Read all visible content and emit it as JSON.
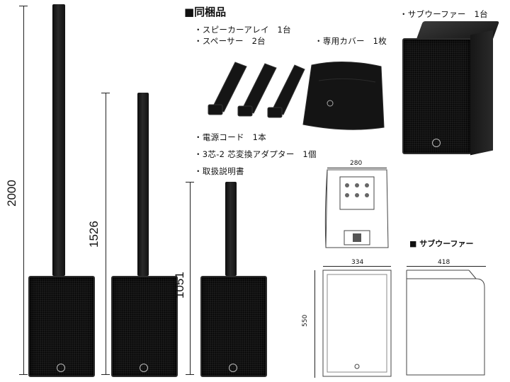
{
  "contents": {
    "heading": "■同梱品",
    "items": [
      "・スピーカーアレイ　1台",
      "・スペーサー　2台",
      "・専用カバー　1枚",
      "・サブウーファー　1台",
      "・電源コード　1本",
      "・3芯-2 芯変換アダプター　1個",
      "・取扱説明書"
    ]
  },
  "dimensions": {
    "height_full": "2000",
    "height_mid": "1526",
    "height_short": "1051",
    "top_width": "280",
    "front_width": "334",
    "side_depth": "418",
    "front_height": "550"
  },
  "subwoofer_section": {
    "title": "■ サブウーファー"
  },
  "icons": [
    "yamaha-logo-icon"
  ],
  "colors": {
    "speaker": "#1b1b1b",
    "line": "#222222"
  }
}
